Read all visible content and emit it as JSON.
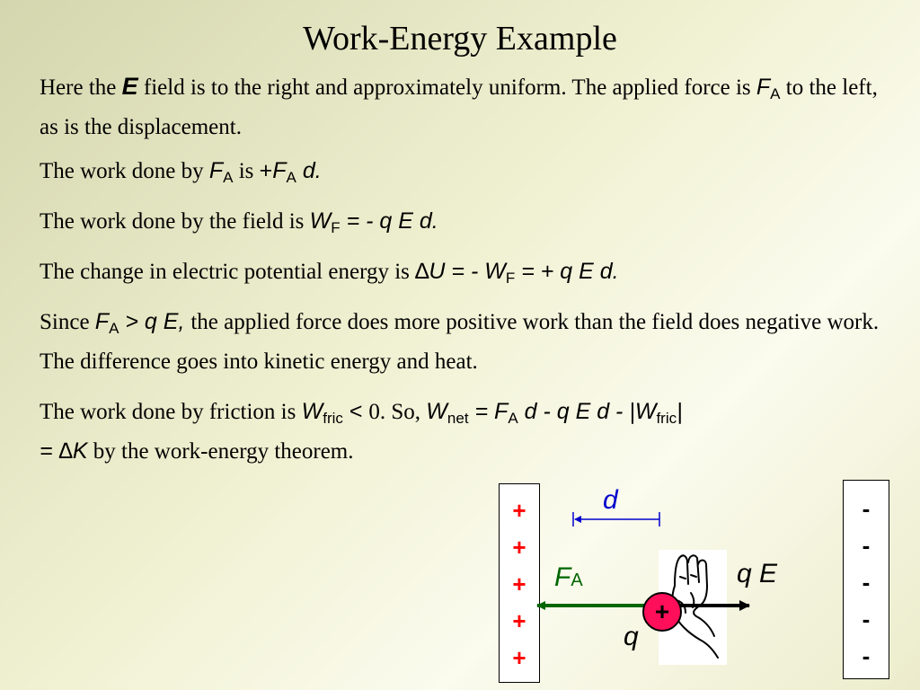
{
  "title": "Work-Energy Example",
  "p1": {
    "t1": "Here the ",
    "E": "E",
    "t2": " field is to the right and approximately uniform. The applied force is ",
    "F": "F",
    "A": "A",
    "t3": " to the left, as is the displacement."
  },
  "p2": {
    "t1": "The work done by ",
    "F": "F",
    "A": "A",
    "t2": " is ",
    "plus": "+",
    "F2": "F",
    "A2": "A",
    "d": " d."
  },
  "p3": {
    "t1": "The work done by the field is ",
    "W": "W",
    "F": "F",
    "rest": " = - q E d."
  },
  "p4": {
    "t1": "The change in electric potential energy is ",
    "delta": "∆",
    "U": "U = - ",
    "W": "W",
    "F": "F",
    "rest": " = + q E d."
  },
  "p5": {
    "t1": "Since ",
    "F": "F",
    "A": "A",
    "ineq": " > q E, ",
    "t2": "the applied force does more positive work than the field does negative work. The difference goes into kinetic energy and heat."
  },
  "p6": {
    "t1": "The work done by friction is ",
    "W": "W",
    "fric": "fric",
    "lt": " < ",
    "t2": "0.  So, ",
    "W2": "W",
    "net": "net",
    "eq": " = ",
    "F": "F",
    "A": "A",
    "mid": " d - q E d - |",
    "W3": "W",
    "fric2": "fric",
    "bar": "|",
    "eq2": "= ∆K",
    "t3": " by the work-energy theorem."
  },
  "diagram": {
    "plus_signs": [
      "+",
      "+",
      "+",
      "+",
      "+"
    ],
    "minus_signs": [
      "-",
      "-",
      "-",
      "-",
      "-"
    ],
    "d_label": "d",
    "fa_F": "F",
    "fa_A": "A",
    "qe_label": "q E",
    "q_label": "q",
    "charge_sign": "+",
    "colors": {
      "plus": "#ff0000",
      "force_arrow": "#006600",
      "d_label": "#0000cc",
      "charge": "#ff0f5a"
    }
  }
}
